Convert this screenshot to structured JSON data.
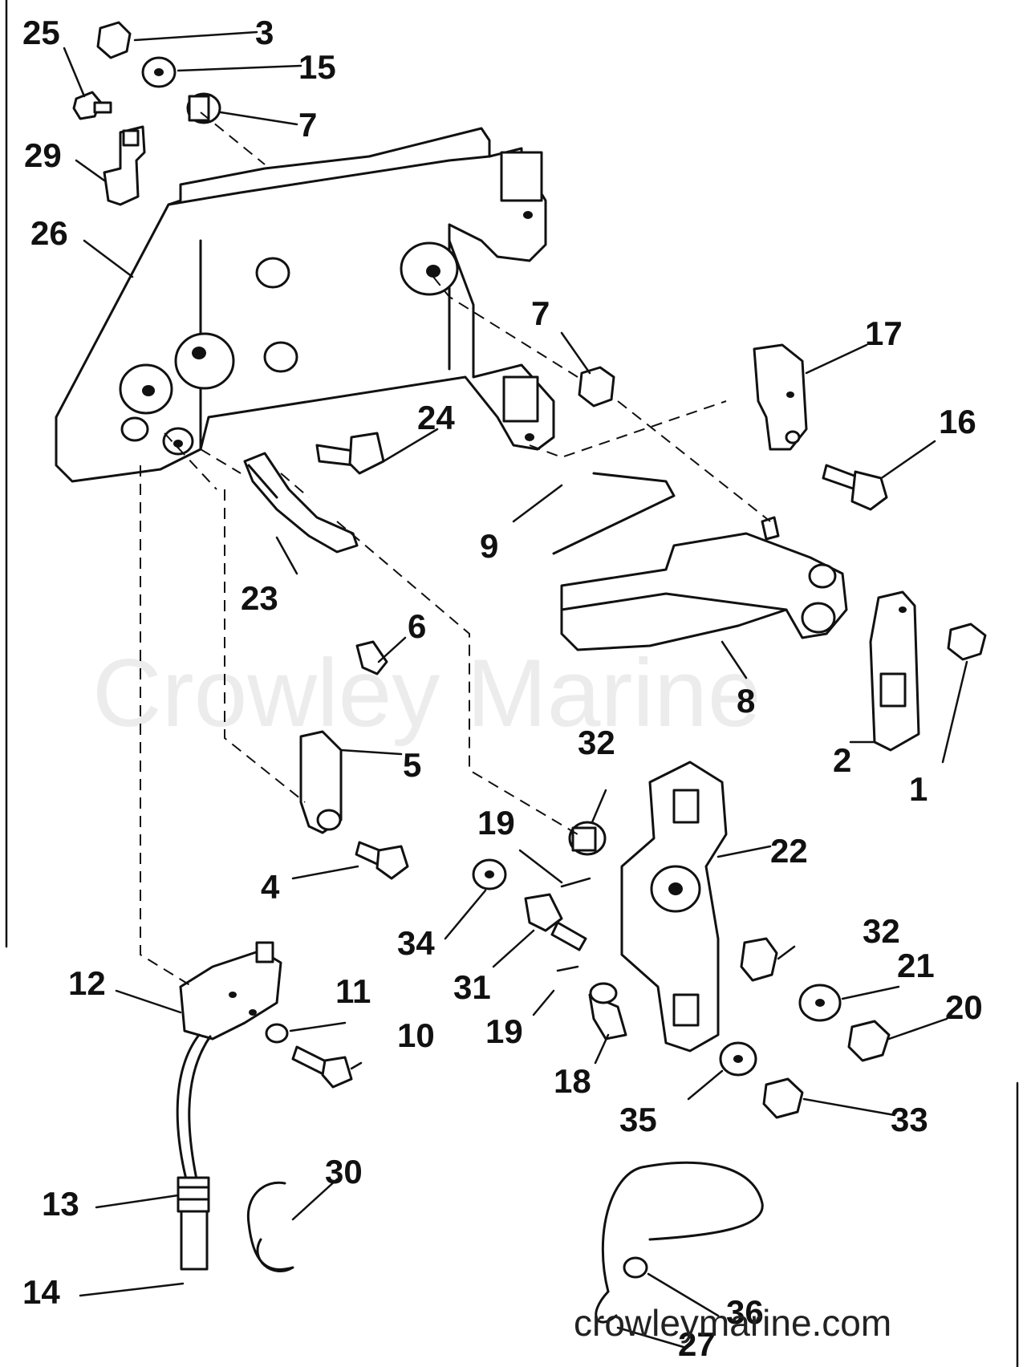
{
  "watermark": "Crowley Marine",
  "site": "crowleymarine.com",
  "callouts": [
    "1",
    "2",
    "3",
    "4",
    "5",
    "6",
    "7",
    "7",
    "8",
    "9",
    "10",
    "11",
    "12",
    "13",
    "14",
    "15",
    "16",
    "17",
    "18",
    "19",
    "19",
    "20",
    "21",
    "22",
    "23",
    "24",
    "25",
    "26",
    "27",
    "29",
    "30",
    "31",
    "32",
    "32",
    "33",
    "34",
    "35",
    "36"
  ]
}
